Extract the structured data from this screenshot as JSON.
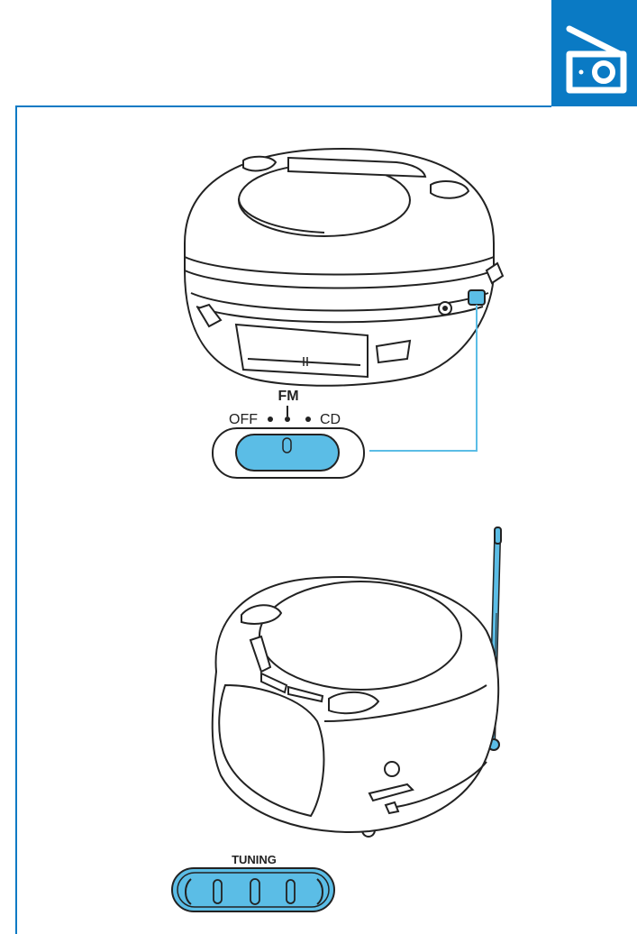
{
  "badge": {
    "icon": "radio-icon",
    "color": "#0a7ac4"
  },
  "frame_color": "#0a7ac4",
  "switch": {
    "top_label": "FM",
    "left_label": "OFF",
    "right_label": "CD",
    "knob_color": "#5bbde6"
  },
  "tuning": {
    "label": "TUNING",
    "color": "#5bbde6"
  },
  "antenna_color": "#5bbde6"
}
